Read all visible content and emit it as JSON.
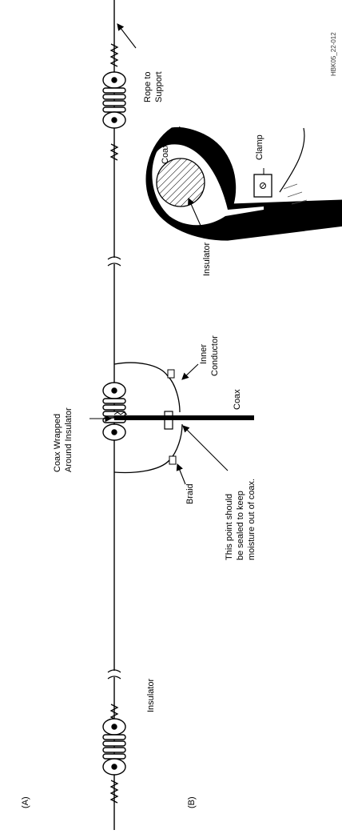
{
  "panels": {
    "a_label": "(A)",
    "b_label": "(B)"
  },
  "labels": {
    "rope_to_support": [
      "Rope to",
      "Support"
    ],
    "coax_wrapped": [
      "Coax Wrapped",
      "Around Insulator"
    ],
    "inner_conductor": [
      "Inner",
      "Conductor"
    ],
    "coax_a": "Coax",
    "braid": "Braid",
    "seal_note": [
      "This point should",
      "be sealed to keep",
      "moisture out of coax."
    ],
    "insulator_a": "Insulator",
    "coax_b": "Coax",
    "clamp": "Clamp",
    "insulator_b": "Insulator"
  },
  "figure_id": "HBK05_22-012",
  "colors": {
    "ink": "#000000",
    "paper": "#ffffff"
  }
}
